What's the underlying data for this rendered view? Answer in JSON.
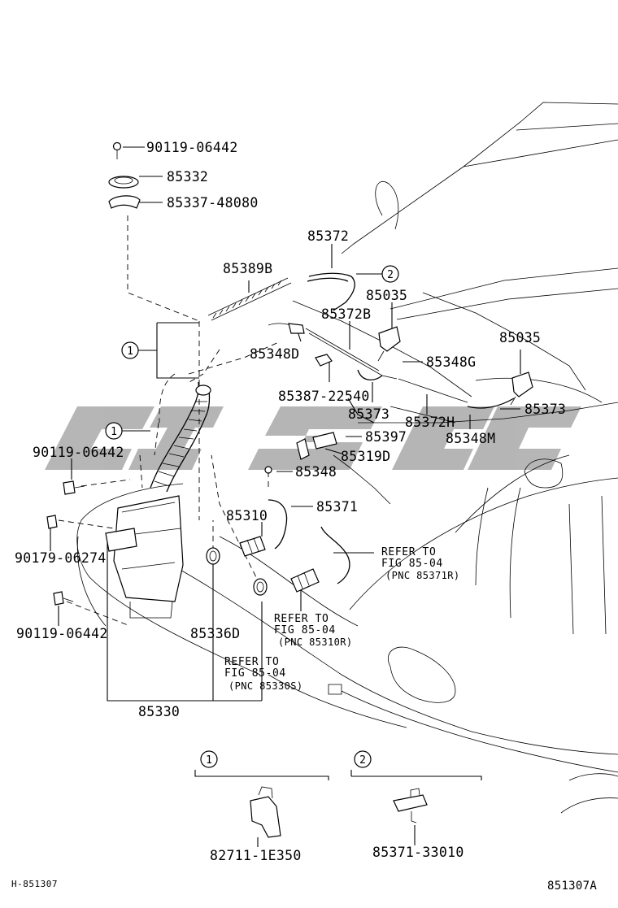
{
  "parts": {
    "p1": "90119-06442",
    "p2": "85332",
    "p3": "85337-48080",
    "p4": "85372",
    "p5": "85389B",
    "p6": "85035",
    "p7": "85372B",
    "p8": "85035",
    "p9": "85348D",
    "p10": "85348G",
    "p11": "85387-22540",
    "p12": "85373",
    "p13": "85372H",
    "p14": "85373",
    "p15": "85348M",
    "p16": "90119-06442",
    "p17": "85397",
    "p18": "85319D",
    "p19": "85348",
    "p20": "85310",
    "p21": "85371",
    "p22": "90179-06274",
    "p23": "90119-06442",
    "p24": "85336D",
    "p25": "85330",
    "p26": "82711-1E350",
    "p27": "85371-33010"
  },
  "refers": [
    {
      "l1": "REFER TO",
      "l2": "FIG 85-04",
      "l3": "(PNC 85371R)"
    },
    {
      "l1": "REFER TO",
      "l2": "FIG 85-04",
      "l3": "(PNC 85310R)"
    },
    {
      "l1": "REFER TO",
      "l2": "FIG 85-04",
      "l3": "(PNC 85330S)"
    }
  ],
  "callouts": {
    "c1": "1",
    "c2": "2",
    "c3": "1",
    "c4": "1",
    "c5": "2"
  },
  "footer": {
    "left": "H-851307",
    "right": "851307A"
  },
  "watermark": {
    "color": "#a9a9a9"
  }
}
